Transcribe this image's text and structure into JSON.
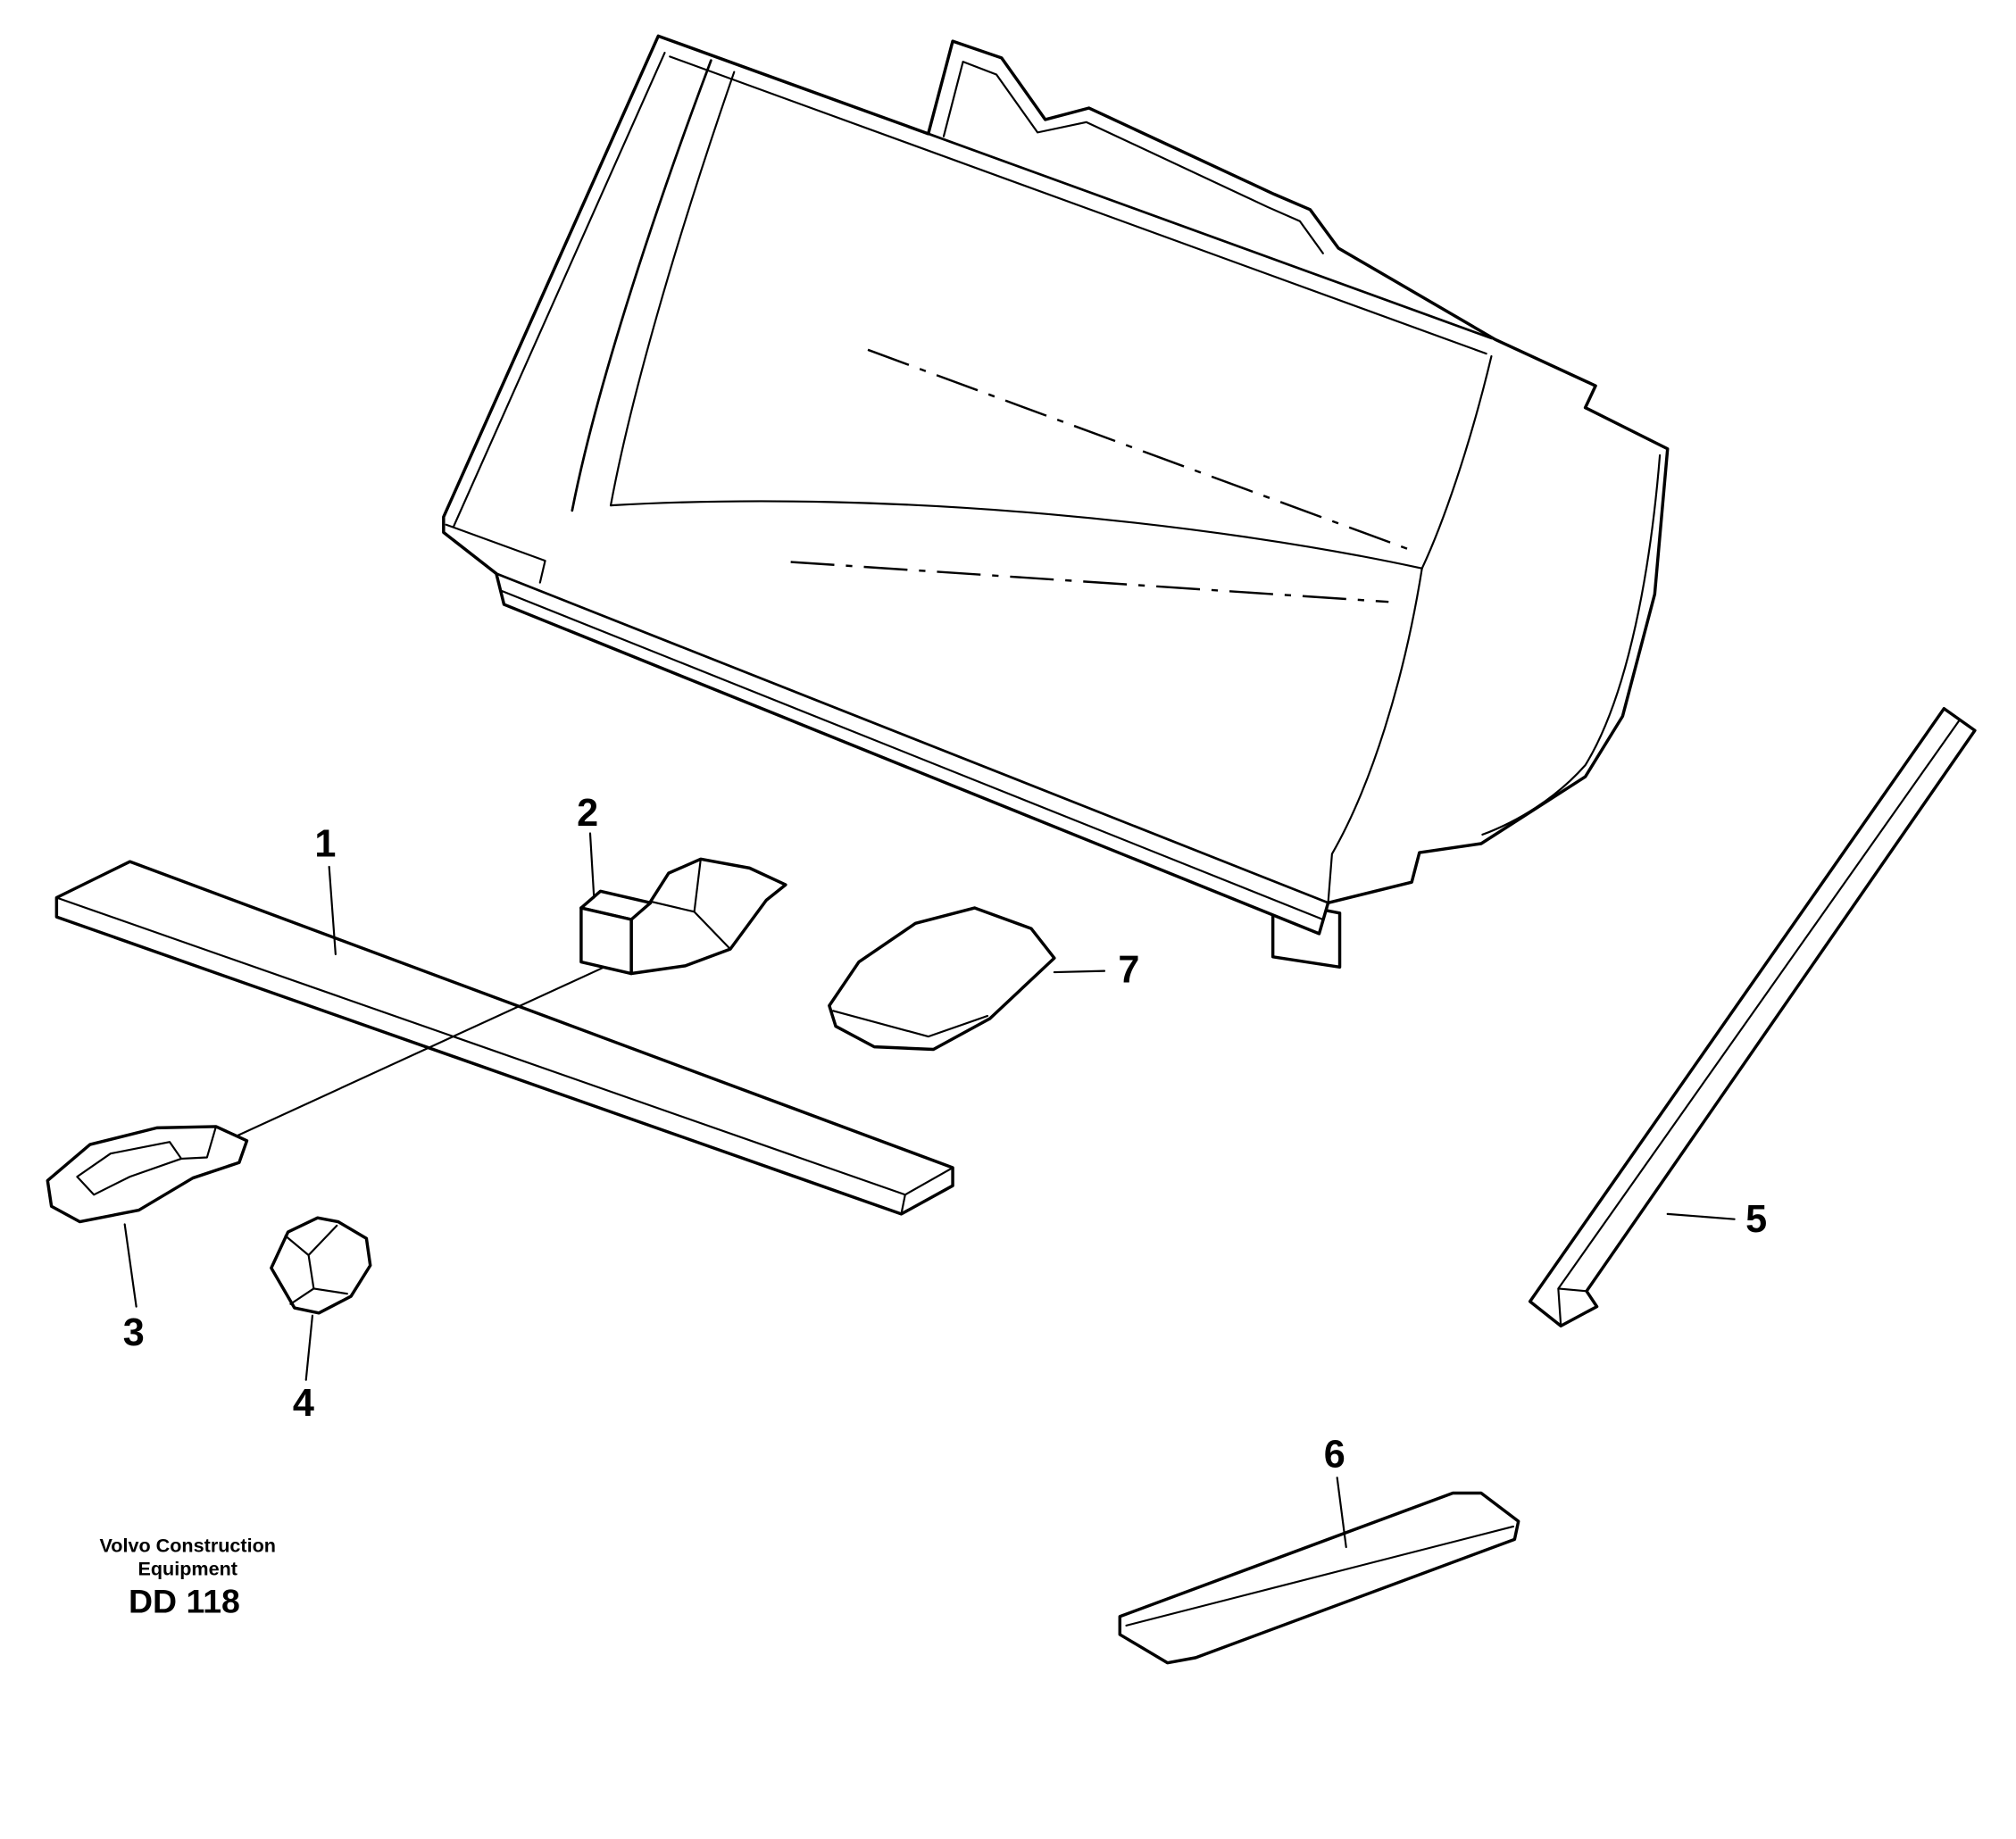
{
  "page": {
    "background_color": "#ffffff",
    "line_color": "#000000"
  },
  "diagram": {
    "callouts": [
      {
        "label": "1"
      },
      {
        "label": "2"
      },
      {
        "label": "3"
      },
      {
        "label": "4"
      },
      {
        "label": "5"
      },
      {
        "label": "6"
      },
      {
        "label": "7"
      }
    ]
  },
  "footer": {
    "brand_line1": "Volvo Construction",
    "brand_line2": "Equipment",
    "doc_code": "DD 118"
  }
}
